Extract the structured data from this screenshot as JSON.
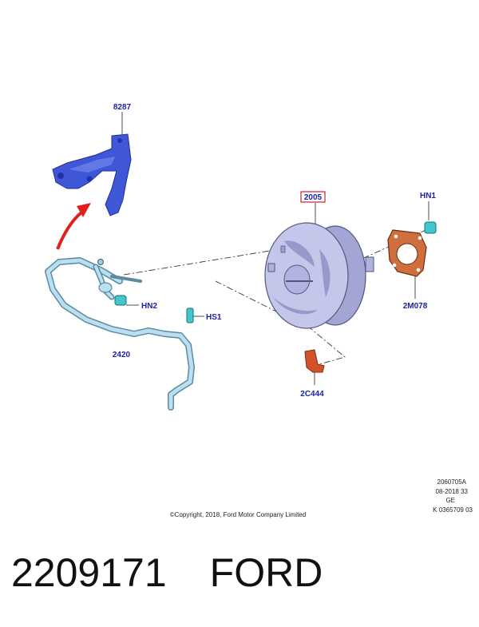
{
  "diagram": {
    "parts": {
      "bracket": "8287",
      "booster": "2005",
      "nut": "HN1",
      "gasket": "2M078",
      "valve": "2C444",
      "hose": "2420",
      "clamp_a": "HN2",
      "clamp_b": "HS1"
    },
    "ref": {
      "line1": "2060705A",
      "line2": "08-2018 33",
      "line3": "GE",
      "line4": "K 0365709 03"
    },
    "copyright": "©Copyright, 2018, Ford Motor Company Limited"
  },
  "caption": {
    "part_number": "2209171",
    "brand": "FORD"
  },
  "colors": {
    "label": "#1a23a8",
    "bracket": "#3f56d6",
    "booster": "#c4c6ea",
    "hose": "#9ecbe0",
    "gasket": "#b8562a",
    "valve": "#d2522a",
    "arrow": "#e0201a",
    "nut": "#3fc6cf",
    "highlight_box": "#cc1f2f"
  }
}
